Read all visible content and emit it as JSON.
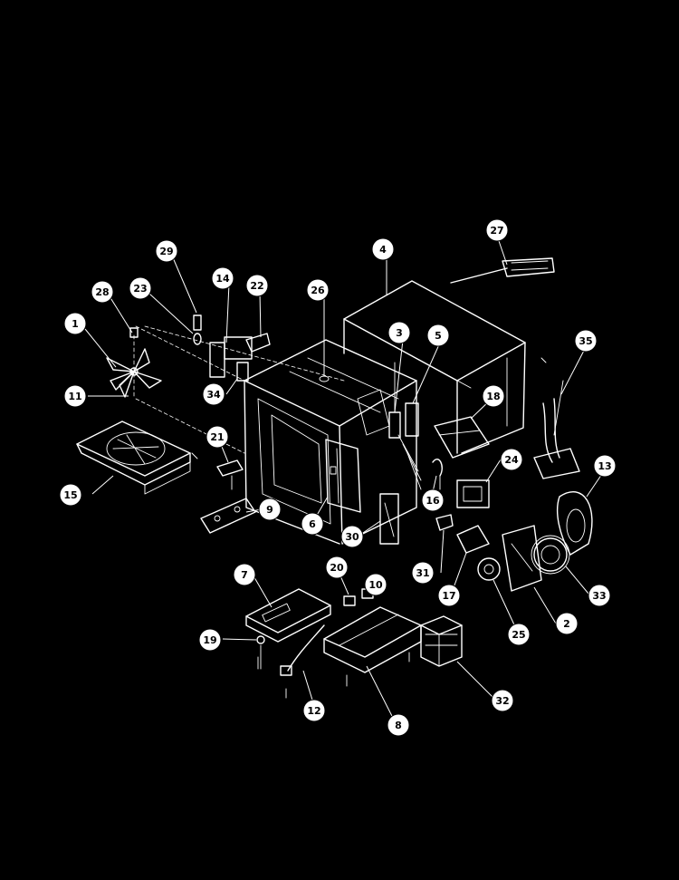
{
  "diagram": {
    "colors": {
      "background": "#000000",
      "line": "#ffffff",
      "callout_fill": "#ffffff",
      "callout_text": "#000000"
    },
    "callouts": [
      {
        "id": "c1",
        "label": "1"
      },
      {
        "id": "c2",
        "label": "2"
      },
      {
        "id": "c3",
        "label": "3"
      },
      {
        "id": "c4",
        "label": "4"
      },
      {
        "id": "c5",
        "label": "5"
      },
      {
        "id": "c6",
        "label": "6"
      },
      {
        "id": "c7",
        "label": "7"
      },
      {
        "id": "c8",
        "label": "8"
      },
      {
        "id": "c9",
        "label": "9"
      },
      {
        "id": "c10",
        "label": "10"
      },
      {
        "id": "c11",
        "label": "11"
      },
      {
        "id": "c12",
        "label": "12"
      },
      {
        "id": "c13",
        "label": "13"
      },
      {
        "id": "c14",
        "label": "14"
      },
      {
        "id": "c15",
        "label": "15"
      },
      {
        "id": "c16",
        "label": "16"
      },
      {
        "id": "c17",
        "label": "17"
      },
      {
        "id": "c18",
        "label": "18"
      },
      {
        "id": "c19",
        "label": "19"
      },
      {
        "id": "c20",
        "label": "20"
      },
      {
        "id": "c21",
        "label": "21"
      },
      {
        "id": "c22",
        "label": "22"
      },
      {
        "id": "c23",
        "label": "23"
      },
      {
        "id": "c24",
        "label": "24"
      },
      {
        "id": "c25",
        "label": "25"
      },
      {
        "id": "c26",
        "label": "26"
      },
      {
        "id": "c27",
        "label": "27"
      },
      {
        "id": "c28",
        "label": "28"
      },
      {
        "id": "c29",
        "label": "29"
      },
      {
        "id": "c30",
        "label": "30"
      },
      {
        "id": "c31",
        "label": "31"
      },
      {
        "id": "c32",
        "label": "32"
      },
      {
        "id": "c33",
        "label": "33"
      },
      {
        "id": "c34",
        "label": "34"
      },
      {
        "id": "c35",
        "label": "35"
      }
    ]
  }
}
